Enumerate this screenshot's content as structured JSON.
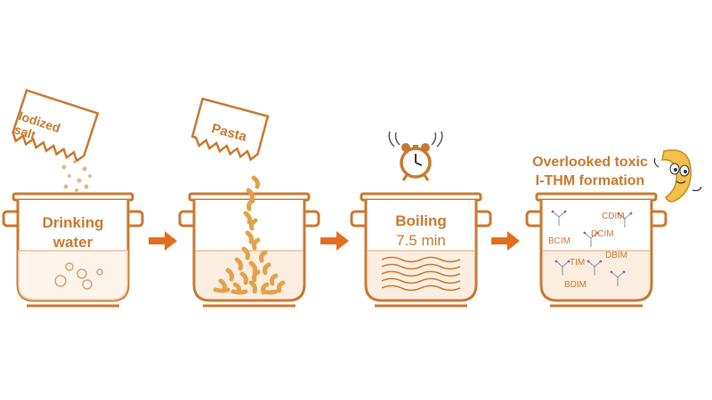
{
  "colors": {
    "pot_stroke": "#c8782e",
    "water_fill": "#fbeee0",
    "arrow": "#e36f1e",
    "pasta": "#e3a24a",
    "molecule_bond": "#7d8fa8",
    "molecule_atom": "#9b59b6"
  },
  "steps": [
    {
      "pot_label_lines": [
        "Drinking",
        "water"
      ],
      "packet_label_lines": [
        "Iodized",
        "salt"
      ]
    },
    {
      "packet_label": "Pasta"
    },
    {
      "pot_label_lines": [
        "Boiling",
        "7.5 min"
      ],
      "icon": "alarm-clock-icon"
    },
    {
      "title_lines": [
        "Overlooked toxic",
        "I-THM formation"
      ],
      "compounds": [
        "CDIM",
        "BCIM",
        "DCIM",
        "TIM",
        "DBIM",
        "BDIM"
      ],
      "icon": "macaroni-mascot-icon"
    }
  ]
}
